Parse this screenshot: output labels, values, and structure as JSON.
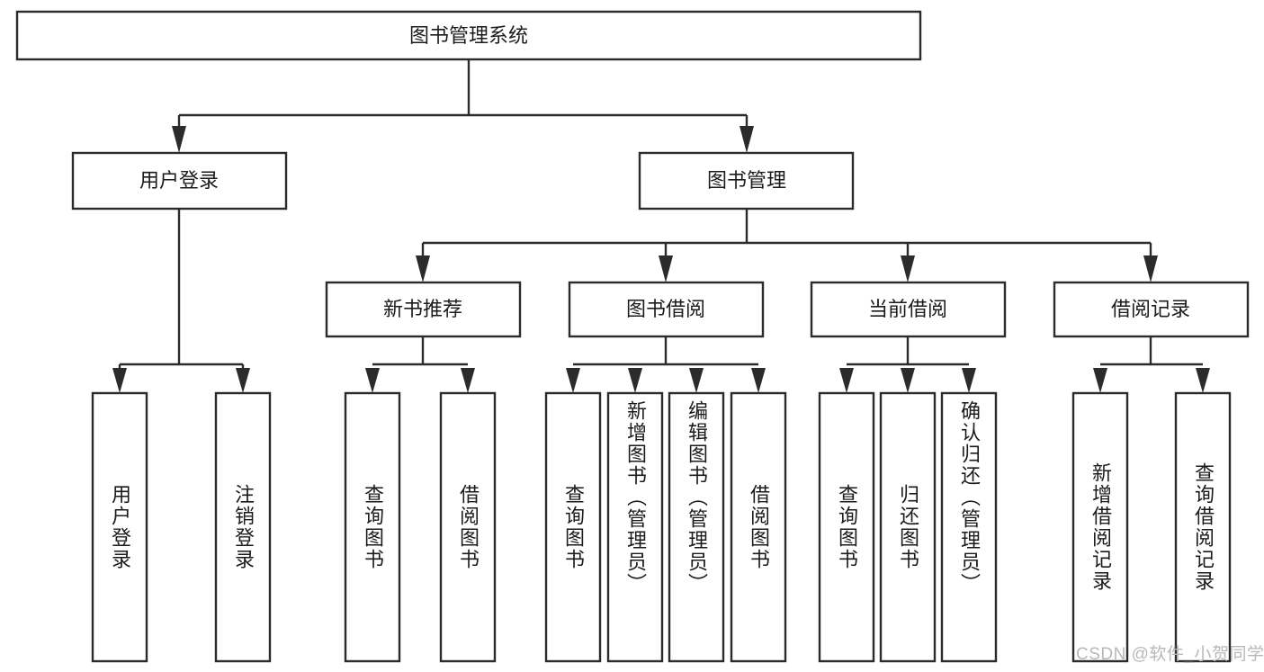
{
  "diagram": {
    "type": "tree-hierarchy",
    "title": "图书管理系统",
    "root": {
      "label": "图书管理系统"
    },
    "level2": [
      {
        "id": "user-login",
        "label": "用户登录"
      },
      {
        "id": "book-manage",
        "label": "图书管理"
      }
    ],
    "level3": [
      {
        "id": "new-book-recommend",
        "label": "新书推荐"
      },
      {
        "id": "book-borrow",
        "label": "图书借阅"
      },
      {
        "id": "current-borrow",
        "label": "当前借阅"
      },
      {
        "id": "borrow-record",
        "label": "借阅记录"
      }
    ],
    "leaves": [
      {
        "id": "leaf-user-login",
        "label": "用户登录",
        "parent": "user-login"
      },
      {
        "id": "leaf-user-logout",
        "label": "注销登录",
        "parent": "user-login"
      },
      {
        "id": "leaf-query-book-1",
        "label": "查询图书",
        "parent": "new-book-recommend"
      },
      {
        "id": "leaf-borrow-book-1",
        "label": "借阅图书",
        "parent": "new-book-recommend"
      },
      {
        "id": "leaf-query-book-2",
        "label": "查询图书",
        "parent": "book-borrow"
      },
      {
        "id": "leaf-add-book",
        "label": "新增图书（管理员）",
        "parent": "book-borrow"
      },
      {
        "id": "leaf-edit-book",
        "label": "编辑图书（管理员）",
        "parent": "book-borrow"
      },
      {
        "id": "leaf-borrow-book-2",
        "label": "借阅图书",
        "parent": "book-borrow"
      },
      {
        "id": "leaf-query-book-3",
        "label": "查询图书",
        "parent": "current-borrow"
      },
      {
        "id": "leaf-return-book",
        "label": "归还图书",
        "parent": "current-borrow"
      },
      {
        "id": "leaf-confirm-return",
        "label": "确认归还（管理员）",
        "parent": "current-borrow"
      },
      {
        "id": "leaf-add-record",
        "label": "新增借阅记录",
        "parent": "borrow-record"
      },
      {
        "id": "leaf-query-record",
        "label": "查询借阅记录",
        "parent": "borrow-record"
      }
    ],
    "colors": {
      "stroke": "#2b2b2b",
      "fill": "#ffffff",
      "text": "#1b1b1b",
      "background": "#ffffff",
      "watermark": "#b8b8b8"
    }
  },
  "watermark": {
    "text": "CSDN @软件_小贺同学"
  }
}
